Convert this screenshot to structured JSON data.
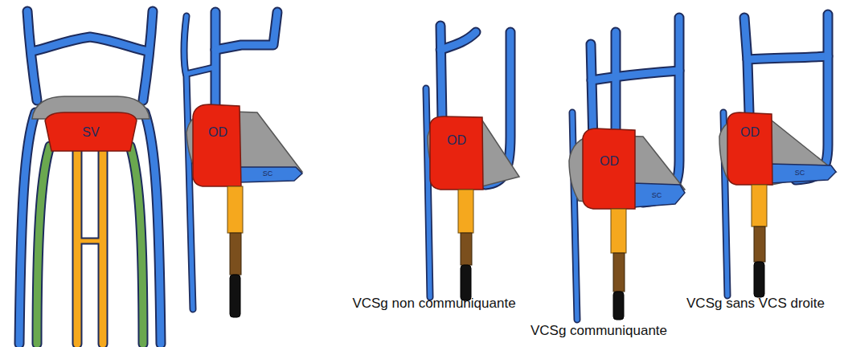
{
  "diagram": {
    "nodes": [
      {
        "text": [
          "SV"
        ]
      },
      {
        "text": [
          "OD"
        ]
      },
      {
        "text": [
          "SC"
        ]
      },
      {
        "text": [
          "OD"
        ]
      },
      {
        "text": [
          "OD"
        ]
      },
      {
        "text": [
          "SC"
        ]
      },
      {
        "text": [
          "OD"
        ]
      },
      {
        "text": [
          "SC"
        ]
      }
    ],
    "labels": [
      "VCSg non communiquante",
      "VCSg communiquante",
      "VCSg sans VCS droite"
    ]
  }
}
